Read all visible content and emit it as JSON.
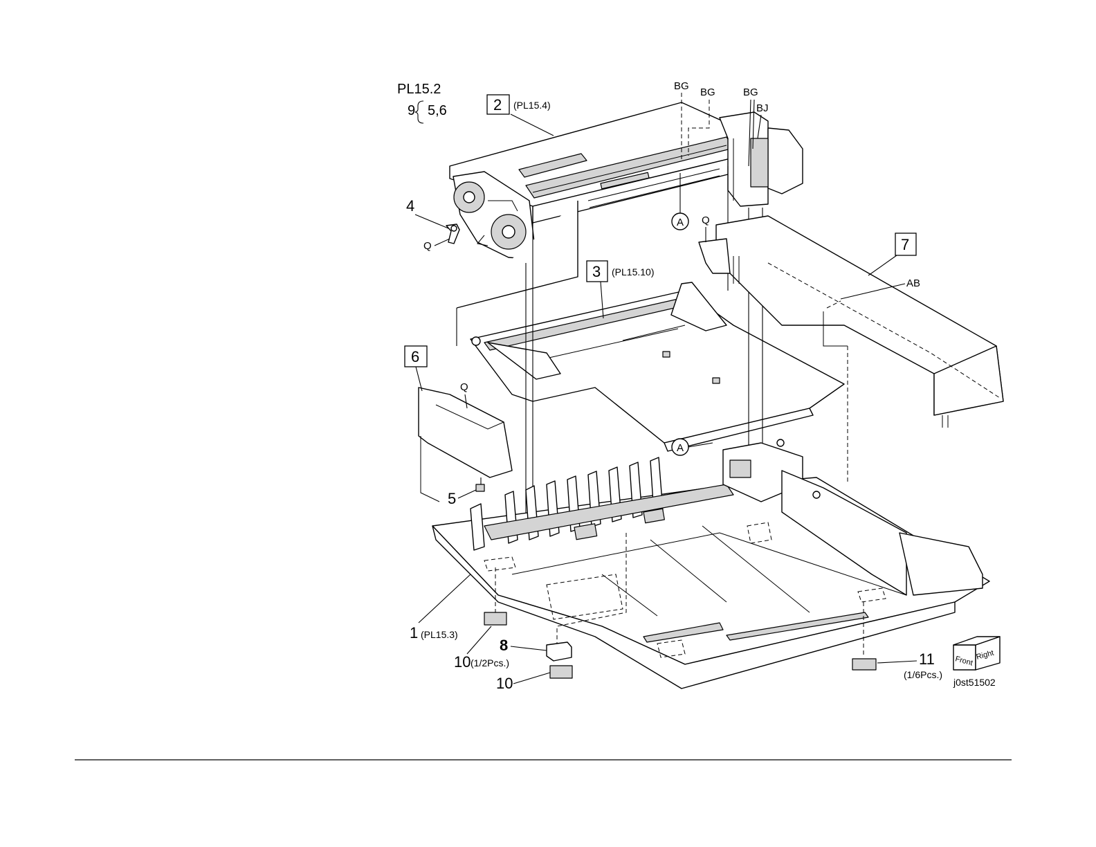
{
  "header": {
    "plate": "PL15.2",
    "kit_note_qty": "9",
    "kit_note_items": "5,6"
  },
  "callouts": {
    "item1": {
      "number": "1",
      "ref": "(PL15.3)"
    },
    "item2": {
      "number": "2",
      "ref": "(PL15.4)"
    },
    "item3": {
      "number": "3",
      "ref": "(PL15.10)"
    },
    "item4": {
      "number": "4"
    },
    "item5": {
      "number": "5"
    },
    "item6": {
      "number": "6"
    },
    "item7": {
      "number": "7"
    },
    "item8": {
      "number": "8"
    },
    "item10a": {
      "number": "10",
      "qty": "(1/2Pcs.)"
    },
    "item10b": {
      "number": "10"
    },
    "item11": {
      "number": "11",
      "qty": "(1/6Pcs.)"
    }
  },
  "fasteners": {
    "bg": "BG",
    "bj": "BJ",
    "q": "Q",
    "ab": "AB",
    "connector_a": "A"
  },
  "orientation_cube": {
    "front": "Front",
    "right": "Right"
  },
  "figure_id": "j0st51502"
}
